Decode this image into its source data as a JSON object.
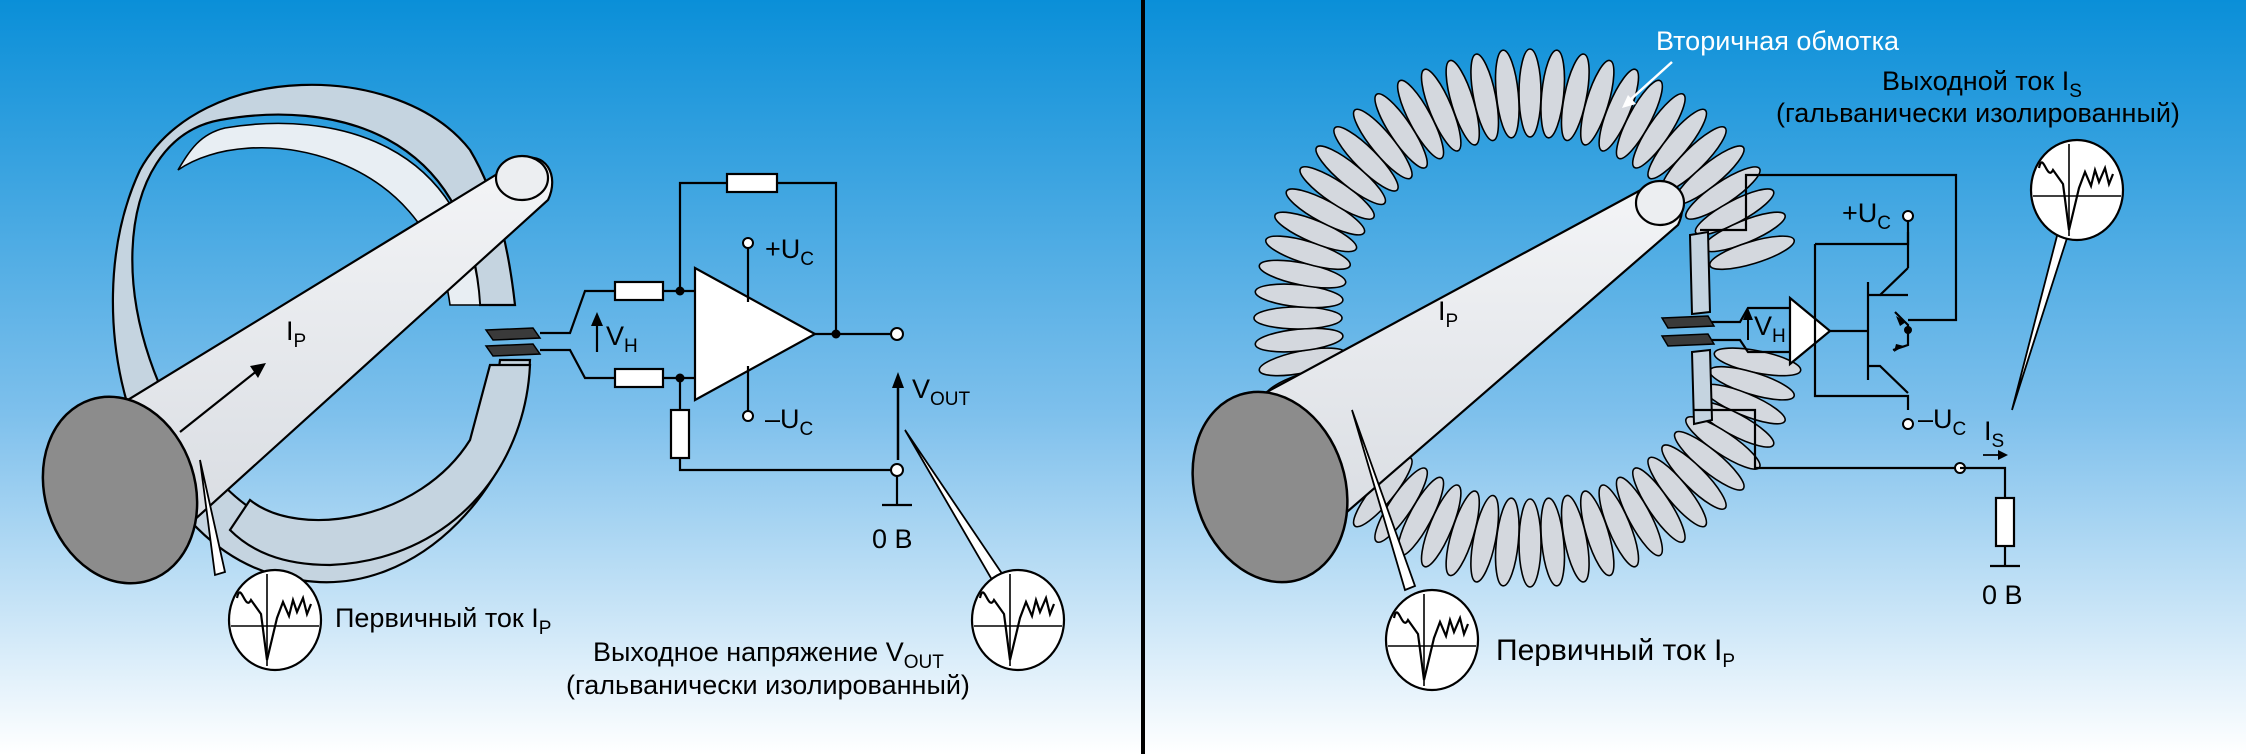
{
  "colors": {
    "background_top": "#0a8fd8",
    "background_bottom": "#ffffff",
    "conductor": "#e6e9ee",
    "conductor_end": "#8c8c8c",
    "core": "#c5d4e0",
    "divider": "#000000"
  },
  "left_panel": {
    "current_arrow": {
      "main": "I",
      "sub": "P"
    },
    "hall_voltage": {
      "main": "V",
      "sub": "H"
    },
    "supply_plus": {
      "main": "+U",
      "sub": "C"
    },
    "supply_minus": {
      "main": "–U",
      "sub": "C"
    },
    "output_voltage": {
      "main": "V",
      "sub": "OUT"
    },
    "ground": "0 В",
    "primary_caption": {
      "main": "Первичный ток I",
      "sub": "P"
    },
    "output_caption": {
      "main": "Выходное напряжение V",
      "sub": "OUT"
    },
    "output_caption_line2": "(гальванически изолированный)"
  },
  "right_panel": {
    "winding_label": "Вторичная обмотка",
    "output_current_caption": {
      "main": "Выходной ток I",
      "sub": "S"
    },
    "output_current_caption_line2": "(гальванически изолированный)",
    "current_arrow": {
      "main": "I",
      "sub": "P"
    },
    "hall_voltage": {
      "main": "V",
      "sub": "H"
    },
    "supply_plus": {
      "main": "+U",
      "sub": "C"
    },
    "supply_minus": {
      "main": "–U",
      "sub": "C"
    },
    "secondary_current": {
      "main": "I",
      "sub": "S"
    },
    "ground": "0 В",
    "primary_caption": {
      "main": "Первичный ток I",
      "sub": "P"
    }
  }
}
